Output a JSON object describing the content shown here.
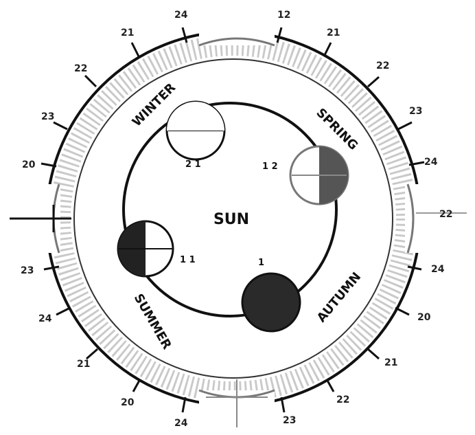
{
  "center_label": "SUN",
  "ring_labels": [
    "WINTER",
    "SPRING",
    "SUMMER",
    "AUTUMN"
  ],
  "orbit_labels": [
    {
      "id": "top-left",
      "text": "2 1"
    },
    {
      "id": "right-top",
      "text": "1 2"
    },
    {
      "id": "left",
      "text": "1 1"
    },
    {
      "id": "bottom-right",
      "text": "1"
    }
  ],
  "outer_ticks": [
    {
      "id": "n1",
      "text": "24"
    },
    {
      "id": "n2",
      "text": "12"
    },
    {
      "id": "n3",
      "text": "21"
    },
    {
      "id": "n4",
      "text": "22"
    },
    {
      "id": "n5",
      "text": "23"
    },
    {
      "id": "n6",
      "text": "24"
    },
    {
      "id": "n7",
      "text": "21"
    },
    {
      "id": "n8",
      "text": "22"
    },
    {
      "id": "n9",
      "text": "23"
    },
    {
      "id": "n10",
      "text": "20"
    },
    {
      "id": "e1",
      "text": "24"
    },
    {
      "id": "e2",
      "text": "20"
    },
    {
      "id": "e3",
      "text": "21"
    },
    {
      "id": "e4",
      "text": "22"
    },
    {
      "id": "s1",
      "text": "23"
    },
    {
      "id": "s2",
      "text": "24"
    },
    {
      "id": "s3",
      "text": "20"
    },
    {
      "id": "s4",
      "text": "21"
    },
    {
      "id": "w1",
      "text": "24"
    },
    {
      "id": "w2",
      "text": "23"
    },
    {
      "id": "w3",
      "text": "22"
    }
  ],
  "colors": {
    "ink": "#111111",
    "shade": "#2a2a2a",
    "faint": "#9a9a9a"
  }
}
